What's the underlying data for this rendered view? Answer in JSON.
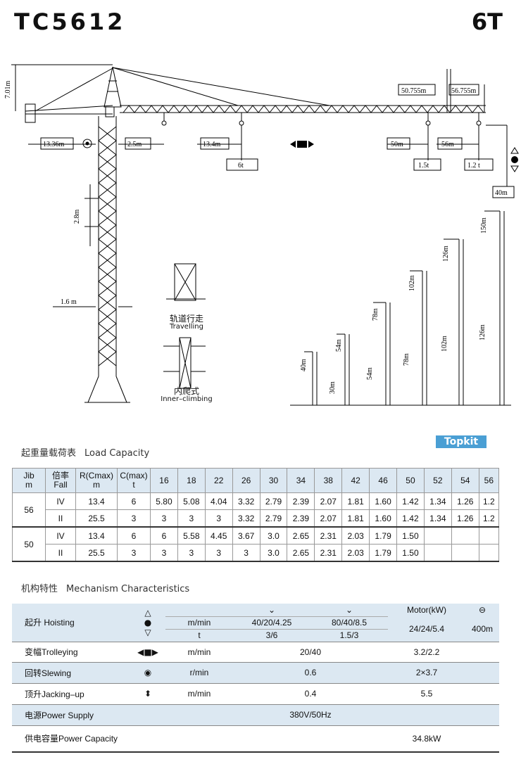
{
  "header": {
    "model": "TC5612",
    "capacity": "6T"
  },
  "diagram": {
    "height_7_01": "7.01m",
    "jib_50_755": "50.755m",
    "jib_56_755": "56.755m",
    "counter_jib": "13.36m",
    "min_radius": "2.5m",
    "max_radius_6t": "13.4m",
    "load_6t": "6t",
    "radius_50": "50m",
    "load_1_5": "1.5t",
    "radius_56": "56m",
    "load_1_2": "1.2 t",
    "height_40": "40m",
    "section_2_8": "2.8m",
    "section_1_6": "1.6 m",
    "travelling_cn": "轨道行走",
    "travelling_en": "Travelling",
    "inner_cn": "内爬式",
    "inner_en": "Inner–climbing",
    "heights": {
      "h40": "40m",
      "h30": "30m",
      "h54a": "54m",
      "h54b": "54m",
      "h78a": "78m",
      "h78b": "78m",
      "h102a": "102m",
      "h102b": "102m",
      "h126a": "126m",
      "h126b": "126m",
      "h150": "150m"
    },
    "icons": [
      "slewing-icon",
      "trolley-icon",
      "hoist-icon"
    ]
  },
  "load_capacity": {
    "title_cn": "起重量载荷表",
    "title_en": "Load Capacity",
    "brand": "Topkit",
    "headers": {
      "jib": [
        "Jib",
        "m"
      ],
      "fall": [
        "倍率",
        "Fall"
      ],
      "r": [
        "R(Cmax)",
        "m"
      ],
      "c": [
        "C(max)",
        "t"
      ]
    },
    "radii": [
      "16",
      "18",
      "22",
      "26",
      "30",
      "34",
      "38",
      "42",
      "46",
      "50",
      "52",
      "54",
      "56"
    ],
    "groups": [
      {
        "jib": "56",
        "rows": [
          {
            "fall": "IV",
            "r": "13.4",
            "c": "6",
            "values": [
              "5.80",
              "5.08",
              "4.04",
              "3.32",
              "2.79",
              "2.39",
              "2.07",
              "1.81",
              "1.60",
              "1.42",
              "1.34",
              "1.26",
              "1.2"
            ]
          },
          {
            "fall": "II",
            "r": "25.5",
            "c": "3",
            "values": [
              "3",
              "3",
              "3",
              "3.32",
              "2.79",
              "2.39",
              "2.07",
              "1.81",
              "1.60",
              "1.42",
              "1.34",
              "1.26",
              "1.2"
            ]
          }
        ]
      },
      {
        "jib": "50",
        "rows": [
          {
            "fall": "IV",
            "r": "13.4",
            "c": "6",
            "values": [
              "6",
              "5.58",
              "4.45",
              "3.67",
              "3.0",
              "2.65",
              "2.31",
              "2.03",
              "1.79",
              "1.50",
              "",
              "",
              ""
            ]
          },
          {
            "fall": "II",
            "r": "25.5",
            "c": "3",
            "values": [
              "3",
              "3",
              "3",
              "3",
              "3.0",
              "2.65",
              "2.31",
              "2.03",
              "1.79",
              "1.50",
              "",
              "",
              ""
            ]
          }
        ]
      }
    ]
  },
  "mechanism": {
    "title_cn": "机构特性",
    "title_en": "Mechanism  Characteristics",
    "motor_header": "Motor(kW)",
    "hoisting": {
      "label": "起升 Hoisting",
      "unit1": "m/min",
      "v1a": "40/20/4.25",
      "v1b": "80/40/8.5",
      "unit2": "t",
      "v2a": "3/6",
      "v2b": "1.5/3",
      "motor": "24/24/5.4",
      "rope": "400m"
    },
    "trolleying": {
      "label": "变幅Trolleying",
      "unit": "m/min",
      "value": "20/40",
      "motor": "3.2/2.2"
    },
    "slewing": {
      "label": "回转Slewing",
      "unit": "r/min",
      "value": "0.6",
      "motor": "2×3.7"
    },
    "jacking": {
      "label": "顶升Jacking–up",
      "unit": "m/min",
      "value": "0.4",
      "motor": "5.5"
    },
    "power_supply": {
      "label": "电源Power Supply",
      "value": "380V/50Hz"
    },
    "power_capacity": {
      "label": "供电容量Power Capacity",
      "value": "34.8kW"
    }
  }
}
